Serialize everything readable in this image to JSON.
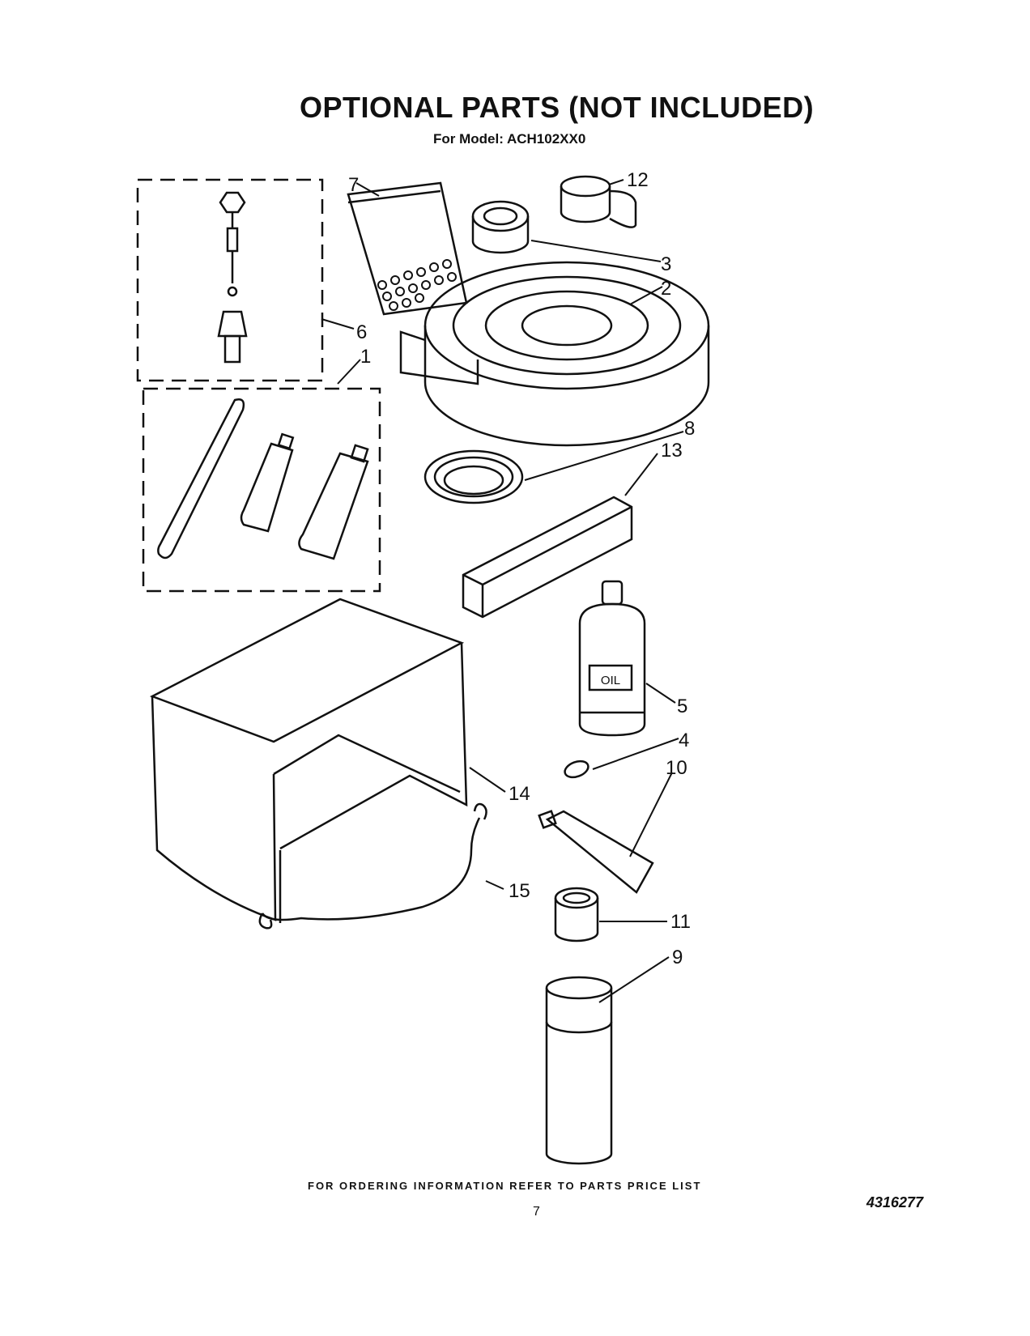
{
  "header": {
    "title": "OPTIONAL PARTS (NOT INCLUDED)",
    "model_line": "For Model: ACH102XX0"
  },
  "callouts": [
    "1",
    "2",
    "3",
    "4",
    "5",
    "6",
    "7",
    "8",
    "9",
    "10",
    "11",
    "12",
    "13",
    "14",
    "15"
  ],
  "bottle_label": "OIL",
  "footer": {
    "ordering_note": "FOR ORDERING INFORMATION REFER TO PARTS PRICE LIST",
    "page_number": "7",
    "part_number": "4316277"
  }
}
